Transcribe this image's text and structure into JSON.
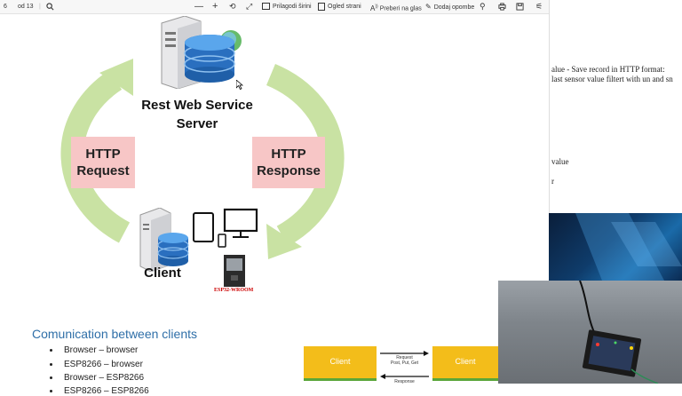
{
  "toolbar": {
    "page_num": "6",
    "page_of": "od 13",
    "fit_label": "Prilagodi širini",
    "view_label": "Ogled strani",
    "read_label": "Preberi na glas",
    "note_label": "Dodaj opombe"
  },
  "slide": {
    "server_label": "Rest Web Service Server",
    "request_label": "HTTP Request",
    "response_label": "HTTP Response",
    "client_label": "Client",
    "esp_label": "ESP32-WROOM",
    "list_title": "Comunication between clients",
    "list_items": [
      "Browser – browser",
      "ESP8266 – browser",
      "Browser – ESP8266",
      "ESP8266 – ESP8266"
    ],
    "client_box_left": "Client",
    "client_box_right": "Client",
    "arrow_top_label_1": "Request",
    "arrow_top_label_2": "Post, Put, Get",
    "arrow_bottom_label": "Response"
  },
  "doc": {
    "line1": "alue - Save record in HTTP format:",
    "line2": "last sensor value filtert with un and sn",
    "line3": "value",
    "line4": "r"
  },
  "colors": {
    "accent_blue": "#2f6fa8",
    "arrow_green": "#c9e2a3",
    "box_pink": "#f7c6c6",
    "client_yellow": "#f3bd1a"
  }
}
